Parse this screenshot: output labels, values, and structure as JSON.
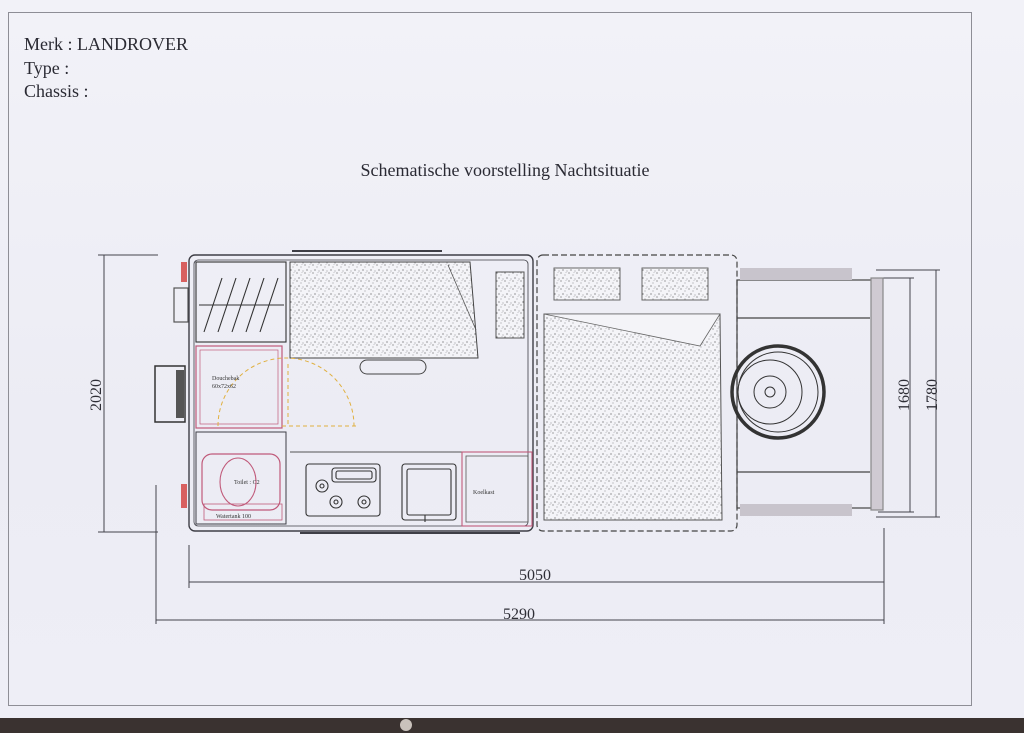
{
  "header": {
    "merk_label": "Merk :",
    "merk_value": "LANDROVER",
    "type_label": "Type :",
    "type_value": "",
    "chassis_label": "Chassis :",
    "chassis_value": ""
  },
  "title": "Schematische voorstelling Nachtsituatie",
  "dimensions": {
    "height_total": "2020",
    "length_body": "5050",
    "length_total": "5290",
    "width_inner": "1680",
    "width_outer": "1780"
  },
  "labels": {
    "shower": "Douchebak",
    "shower_size": "60x72x62",
    "toilet": "Toilet : C2",
    "watertank": "Watertank 100",
    "fridge": "Koelkast"
  }
}
